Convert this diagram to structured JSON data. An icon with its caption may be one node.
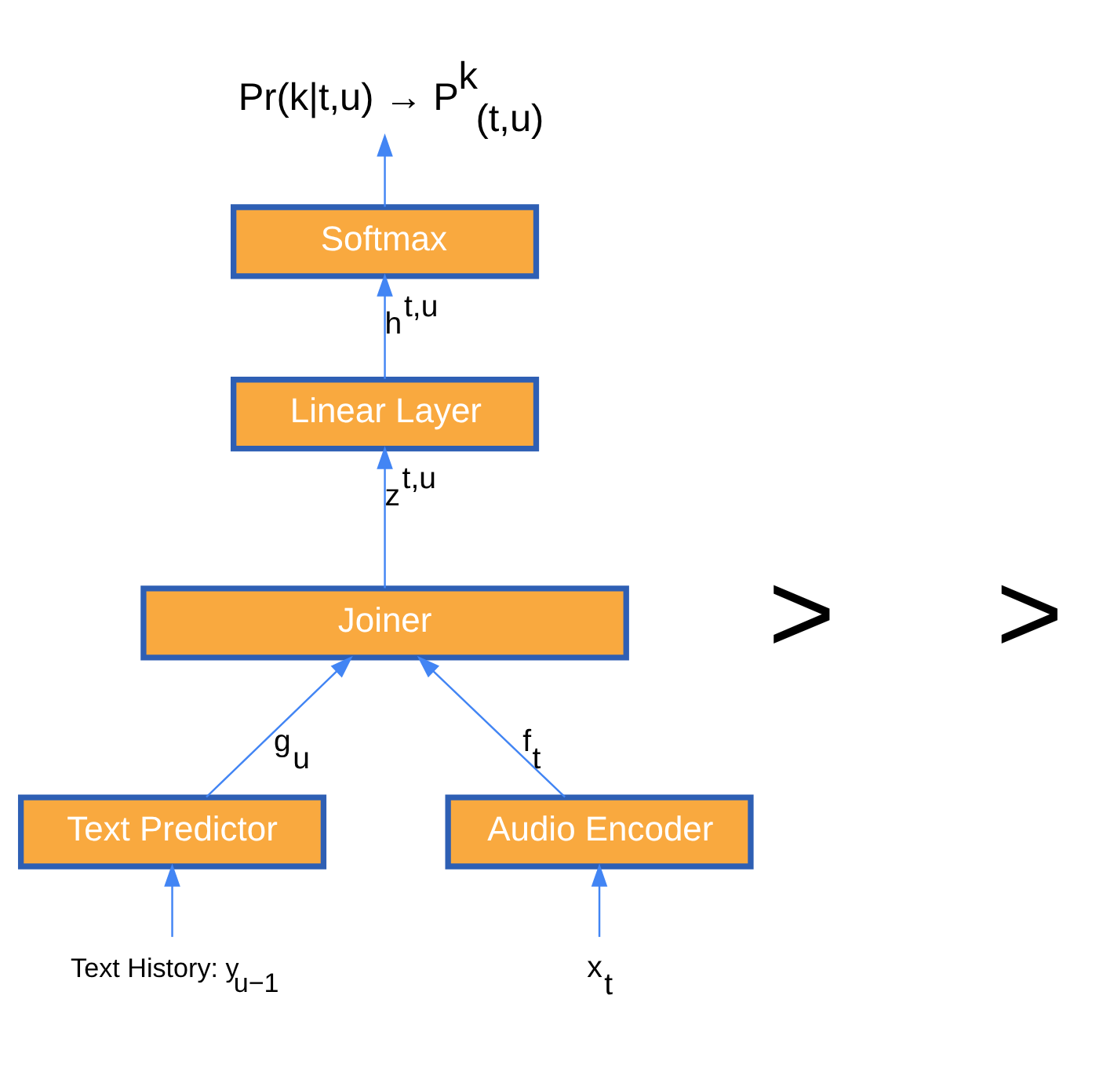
{
  "diagram": {
    "nodes": [
      {
        "text": [
          "Pr(k|t,u) → P$^{k}$$_{(t,u)}$"
        ]
      },
      {
        "text": [
          "Softmax"
        ]
      },
      {
        "text": [
          "Linear Layer"
        ]
      },
      {
        "text": [
          "Joiner"
        ]
      },
      {
        "text": [
          "Text Predictor"
        ]
      },
      {
        "text": [
          "Audio Encoder"
        ]
      },
      {
        "text": [
          "Text History: y$_{u−1}$"
        ]
      },
      {
        "text": [
          "x$_{t}$"
        ]
      }
    ],
    "edges": [
      {
        "from": 1,
        "to": 0,
        "arrow": "to"
      },
      {
        "from": 2,
        "to": 1,
        "arrow": "to",
        "label": "h$^{t,u}$"
      },
      {
        "from": 3,
        "to": 2,
        "arrow": "to",
        "label": "z$^{t,u}$"
      },
      {
        "from": 4,
        "to": 3,
        "arrow": "to",
        "label": "g$_{u}$"
      },
      {
        "from": 5,
        "to": 3,
        "arrow": "to",
        "label": "f$_{t}$"
      },
      {
        "from": 6,
        "to": 4,
        "arrow": "to"
      },
      {
        "from": 7,
        "to": 5,
        "arrow": "to"
      }
    ],
    "labels": [
      ">",
      ">"
    ]
  }
}
